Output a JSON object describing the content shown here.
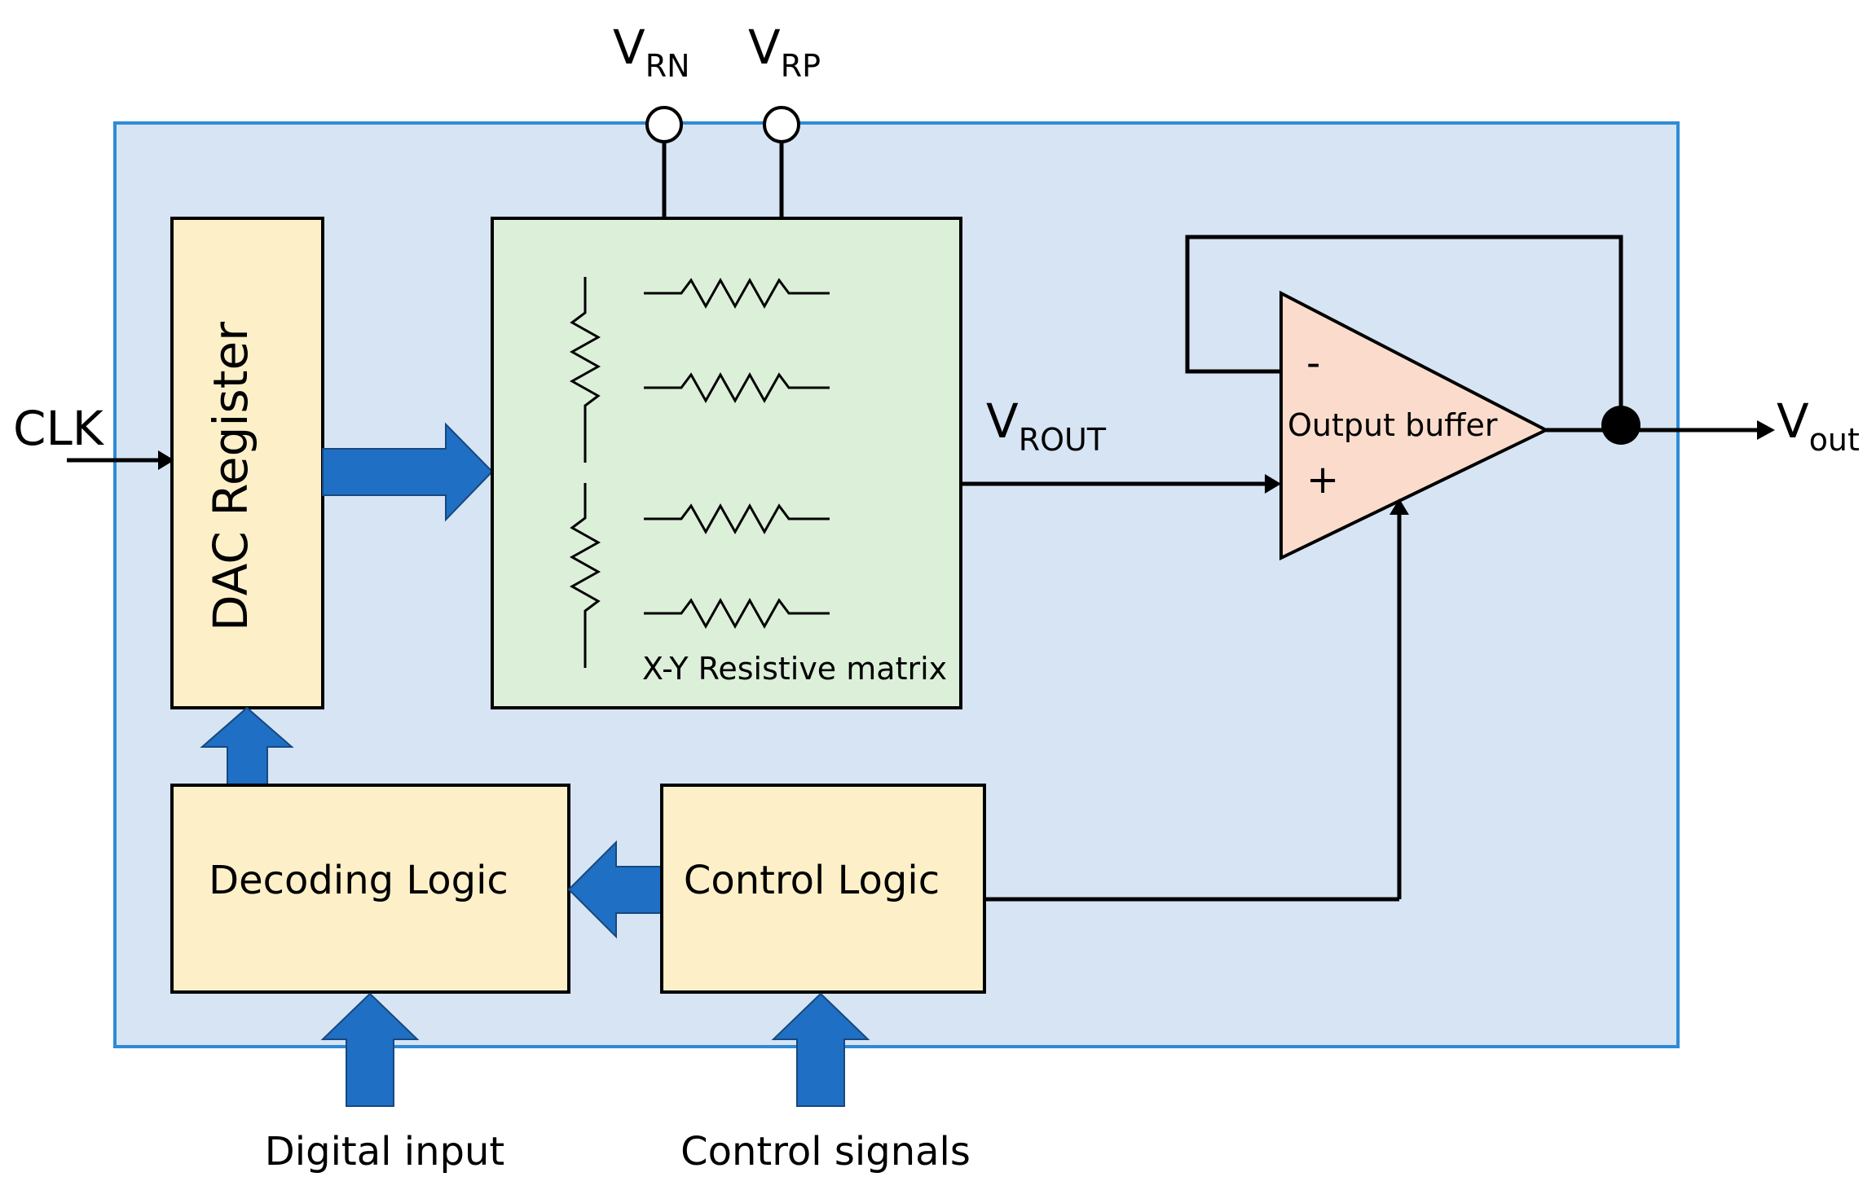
{
  "labels": {
    "clk": "CLK",
    "dac_register": "DAC Register",
    "vrn_main": "V",
    "vrn_sub": "RN",
    "vrp_main": "V",
    "vrp_sub": "RP",
    "resistive_matrix": "X-Y Resistive matrix",
    "vrout_main": "V",
    "vrout_sub": "ROUT",
    "output_buffer": "Output buffer",
    "minus": "-",
    "plus": "+",
    "vout_main": "V",
    "vout_sub": "out",
    "decoding_logic": "Decoding Logic",
    "control_logic": "Control Logic",
    "digital_input": "Digital input",
    "control_signals": "Control signals"
  },
  "colors": {
    "chip_fill": "#d6e4f4",
    "chip_border": "#2e8bd6",
    "block_fill": "#fdf0c8",
    "matrix_fill": "#dcefd9",
    "buffer_fill": "#fbdccc",
    "arrow_fill": "#1f6fc5",
    "arrow_border": "#17487e"
  }
}
